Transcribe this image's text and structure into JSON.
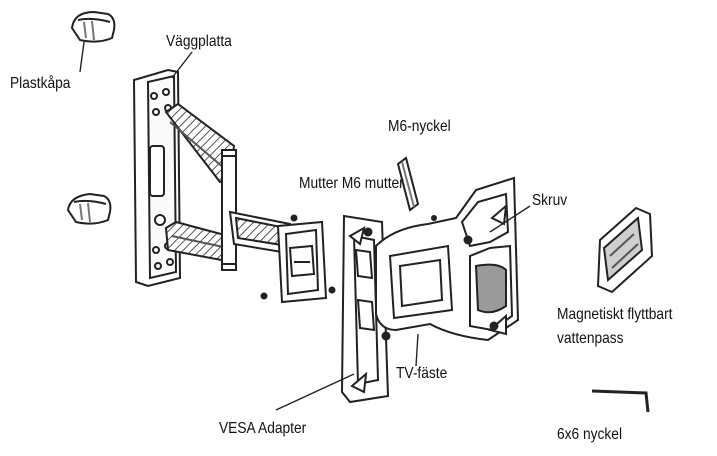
{
  "diagram": {
    "labels": {
      "plastkapa": "Plastkåpa",
      "vaggplatta": "Väggplatta",
      "m6_nyckel": "M6-nyckel",
      "mutter": "Mutter M6 mutter",
      "skruv": "Skruv",
      "vattenpass": "Magnetiskt flyttbart vattenpass",
      "tv_faste": "TV-fäste",
      "vesa": "VESA Adapter",
      "nyckel_6x6": "6x6 nyckel"
    },
    "colors": {
      "line": "#222222",
      "background": "#ffffff",
      "shade": "#9a9a9a"
    }
  }
}
